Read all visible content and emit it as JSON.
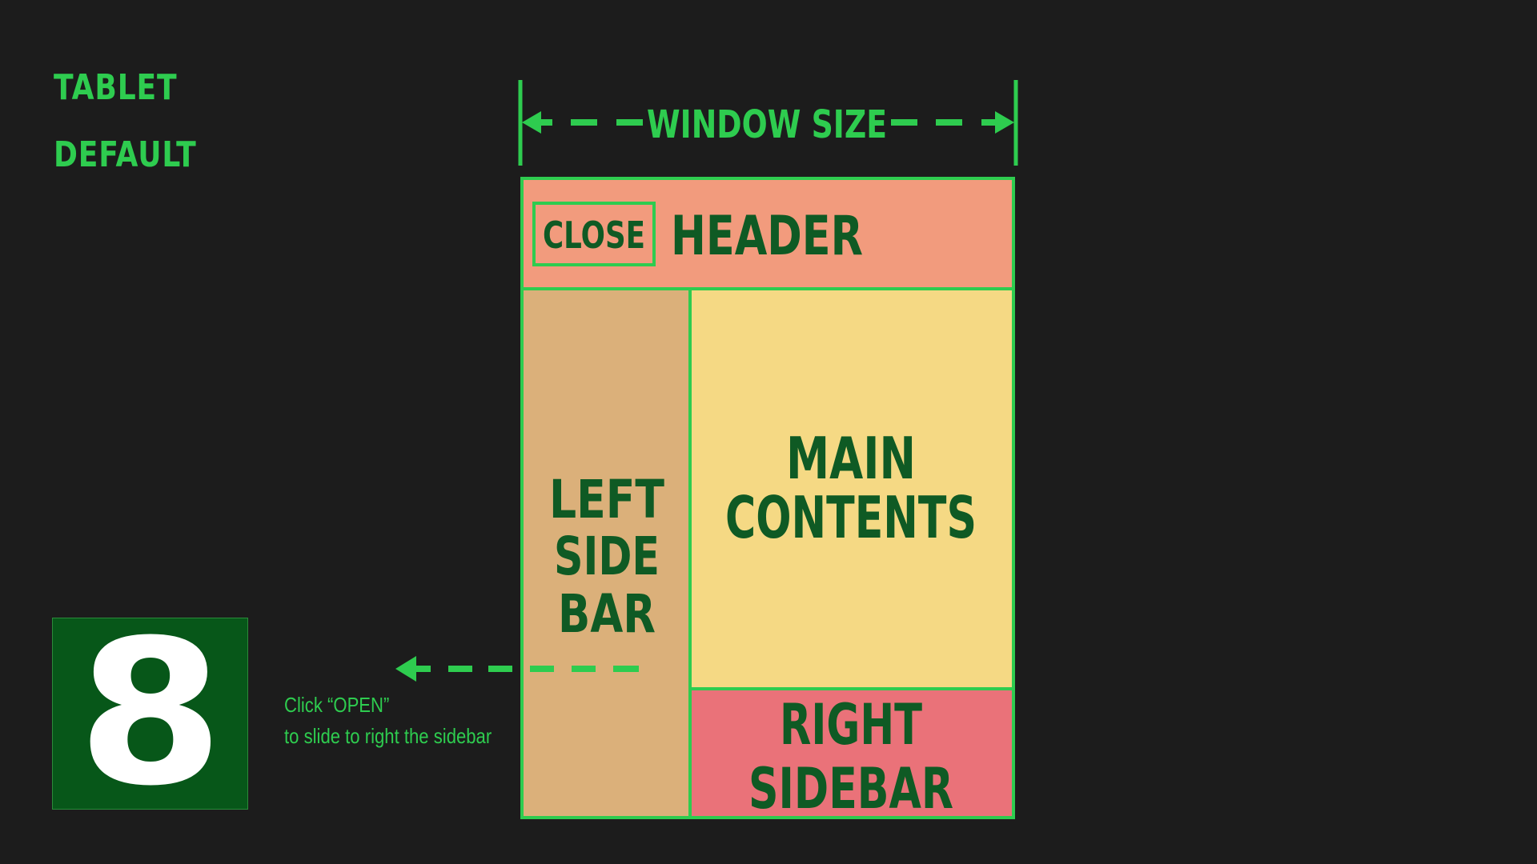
{
  "labels": {
    "device": "TABLET",
    "state": "DEFAULT"
  },
  "diagram": {
    "window_size": "WINDOW SIZE",
    "header": "HEADER",
    "close_button": "CLOSE",
    "left_sidebar": [
      "LEFT",
      "SIDE",
      "BAR"
    ],
    "main_contents": [
      "MAIN",
      "CONTENTS"
    ],
    "right_sidebar": [
      "RIGHT",
      "SIDEBAR"
    ]
  },
  "step": {
    "number": "8"
  },
  "hint": {
    "line1": "Click “OPEN”",
    "line2": "to slide to right the sidebar"
  },
  "colors": {
    "accent": "#2ecc4f",
    "header": "#f29b7d",
    "left_sidebar": "#dbb07a",
    "main_contents": "#f5d984",
    "right_sidebar": "#ea7279",
    "block_text": "#0f5a24",
    "badge": "#075719",
    "background": "#1c1c1c"
  }
}
